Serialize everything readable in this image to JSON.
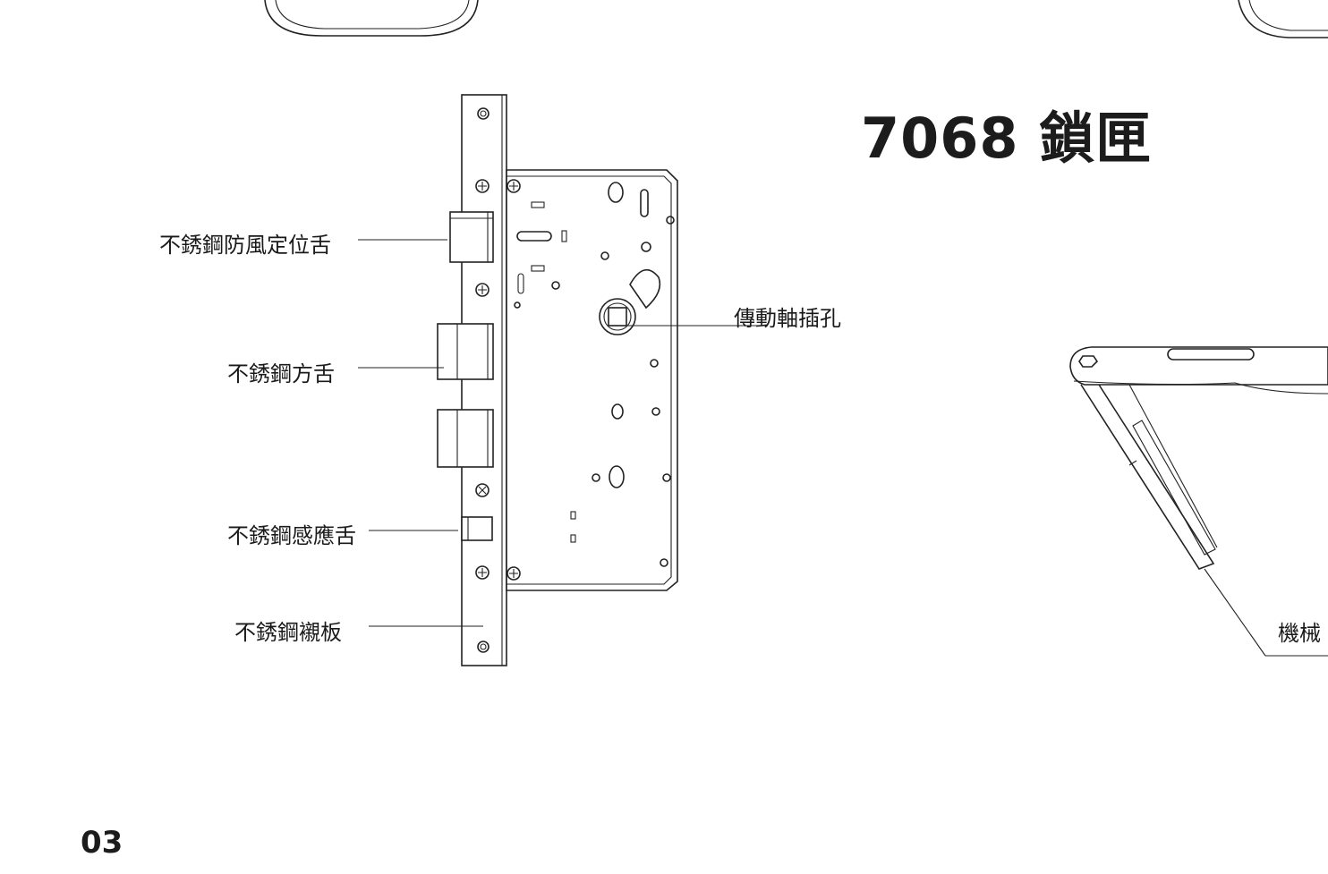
{
  "title": "7068 鎖匣",
  "page_number": "03",
  "callouts": {
    "anti_wind_latch": "不銹鋼防風定位舌",
    "square_bolt": "不銹鋼方舌",
    "sensor_latch": "不銹鋼感應舌",
    "faceplate": "不銹鋼襯板",
    "spindle_hole": "傳動軸插孔",
    "mechanical_key": "機械"
  }
}
